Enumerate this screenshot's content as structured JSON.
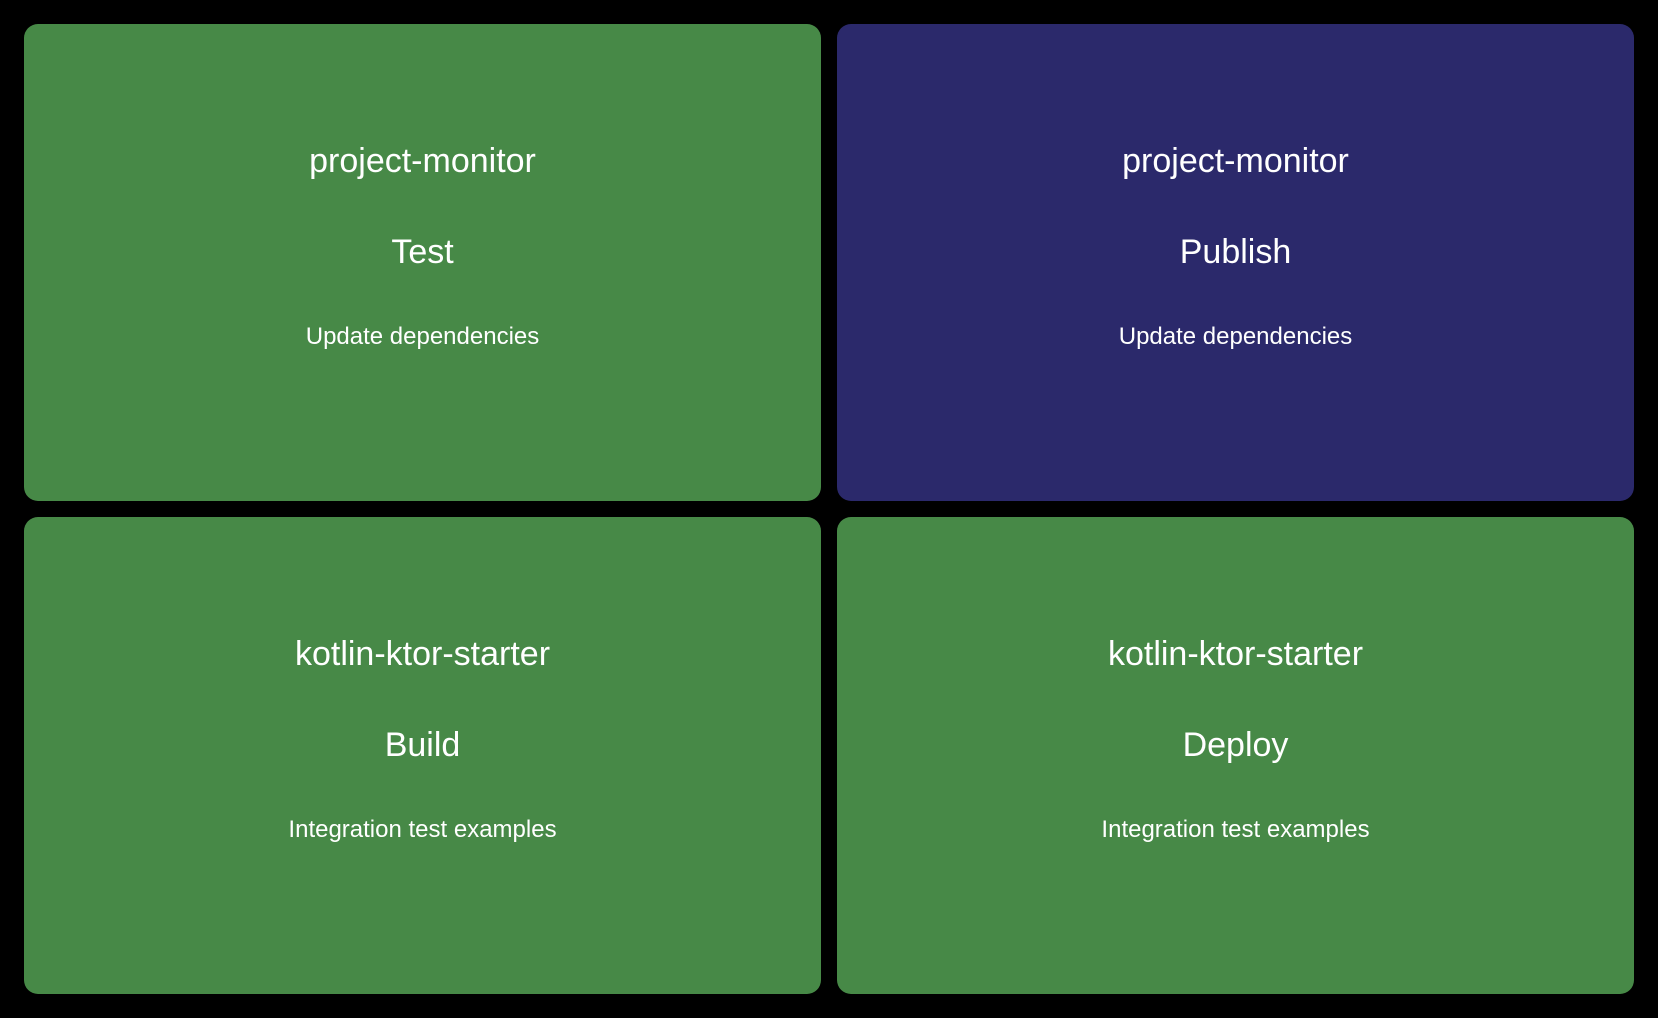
{
  "colors": {
    "background": "#000000",
    "success": "#478947",
    "in_progress": "#2b296b",
    "text": "#ffffff"
  },
  "cards": [
    {
      "name": "project-monitor",
      "stage": "Test",
      "message": "Update dependencies",
      "status_color": "#478947"
    },
    {
      "name": "project-monitor",
      "stage": "Publish",
      "message": "Update dependencies",
      "status_color": "#2b296b"
    },
    {
      "name": "kotlin-ktor-starter",
      "stage": "Build",
      "message": "Integration test examples",
      "status_color": "#478947"
    },
    {
      "name": "kotlin-ktor-starter",
      "stage": "Deploy",
      "message": "Integration test examples",
      "status_color": "#478947"
    }
  ]
}
